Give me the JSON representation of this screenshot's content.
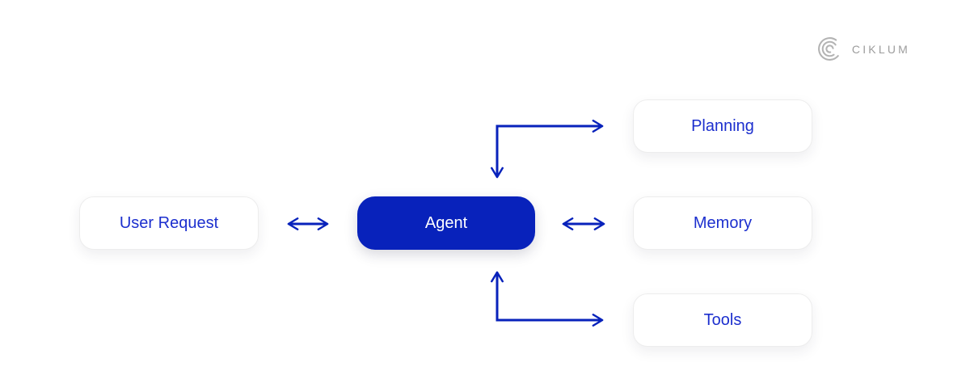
{
  "page": {
    "background": "#ffffff",
    "description": "AI agent architecture diagram"
  },
  "logo": {
    "brand": "CIKLUM",
    "icon": "ciklum-arcs-icon",
    "text_color": "#9d9d9d",
    "icon_color": "#b3b3b3"
  },
  "colors": {
    "agent_node_background": "#0822bb",
    "agent_node_text": "#ffffff",
    "outline_node_background": "#ffffff",
    "outline_node_border": "#ededed",
    "outline_node_text": "#1c2fce",
    "arrow": "#0822bb"
  },
  "nodes": [
    {
      "id": "user-request",
      "label": "User Request",
      "variant": "outline"
    },
    {
      "id": "agent",
      "label": "Agent",
      "variant": "filled"
    },
    {
      "id": "planning",
      "label": "Planning",
      "variant": "outline"
    },
    {
      "id": "memory",
      "label": "Memory",
      "variant": "outline"
    },
    {
      "id": "tools",
      "label": "Tools",
      "variant": "outline"
    }
  ],
  "connections": [
    {
      "from": "user-request",
      "to": "agent",
      "style": "straight-double-headed"
    },
    {
      "from": "agent",
      "to": "memory",
      "style": "straight-double-headed"
    },
    {
      "from": "agent",
      "to": "planning",
      "style": "elbow-double-headed"
    },
    {
      "from": "agent",
      "to": "tools",
      "style": "elbow-double-headed"
    }
  ]
}
